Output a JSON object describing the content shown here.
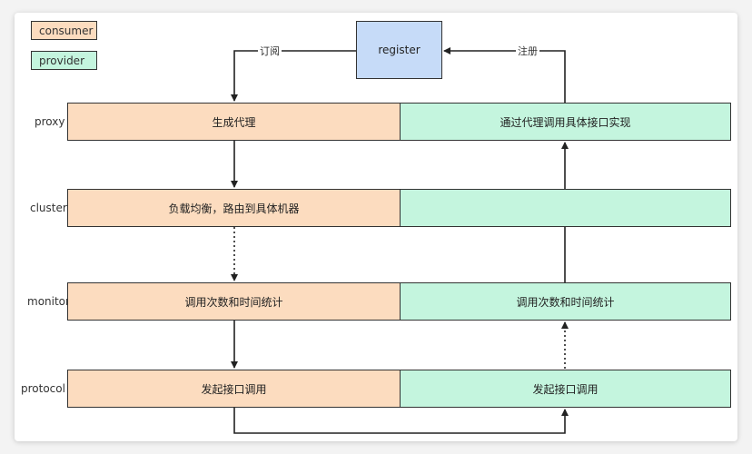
{
  "legend": {
    "consumer": "consumer",
    "provider": "provider"
  },
  "register": "register",
  "edges": {
    "subscribe": "订阅",
    "register": "注册"
  },
  "layers": [
    {
      "label": "proxy",
      "consumer_text": "生成代理",
      "provider_text": "通过代理调用具体接口实现"
    },
    {
      "label": "cluster",
      "consumer_text": "负载均衡，路由到具体机器",
      "provider_text": ""
    },
    {
      "label": "monitor",
      "consumer_text": "调用次数和时间统计",
      "provider_text": "调用次数和时间统计"
    },
    {
      "label": "protocol",
      "consumer_text": "发起接口调用",
      "provider_text": "发起接口调用"
    }
  ],
  "colors": {
    "consumer": "#fcdcbf",
    "provider": "#c4f5de",
    "register": "#c6dbf8"
  }
}
